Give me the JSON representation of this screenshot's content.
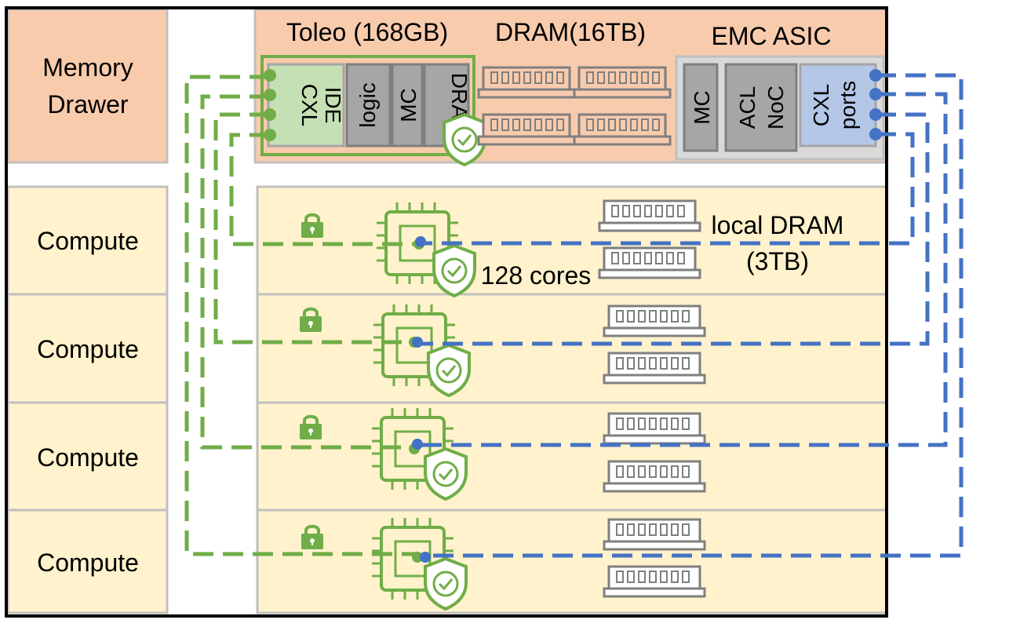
{
  "colors": {
    "salmon": "#F8CBAD",
    "cream": "#FFF2CC",
    "green": "#70AD47",
    "blue": "#4472C4",
    "light_green": "#C5E0B4",
    "light_blue": "#B4C7E7",
    "gray_box": "#A6A6A6",
    "gray_dark": "#7F7F7F",
    "gray_border": "#BFBFBF"
  },
  "drawer": {
    "label_line1": "Memory",
    "label_line2": "Drawer",
    "toleo_title": "Toleo (168GB)",
    "dram_title": "DRAM(16TB)",
    "emc_title": "EMC ASIC"
  },
  "toleo_chip": {
    "cxl_ide_line1": "CXL",
    "cxl_ide_line2": "IDE",
    "logic": "logic",
    "mc": "MC",
    "dram": "DRAM"
  },
  "emc_chip": {
    "mc": "MC",
    "acl_noc_line1": "ACL",
    "acl_noc_line2": "NoC",
    "cxl_ports_line1": "CXL",
    "cxl_ports_line2": "ports"
  },
  "compute_rows": [
    {
      "label": "Compute"
    },
    {
      "label": "Compute"
    },
    {
      "label": "Compute"
    },
    {
      "label": "Compute"
    }
  ],
  "annotations": {
    "cores": "128 cores",
    "local_dram_line1": "local DRAM",
    "local_dram_line2": "(3TB)"
  },
  "icons": [
    "lock-icon",
    "cpu-chip-icon",
    "security-shield-icon",
    "dram-module-icon"
  ]
}
